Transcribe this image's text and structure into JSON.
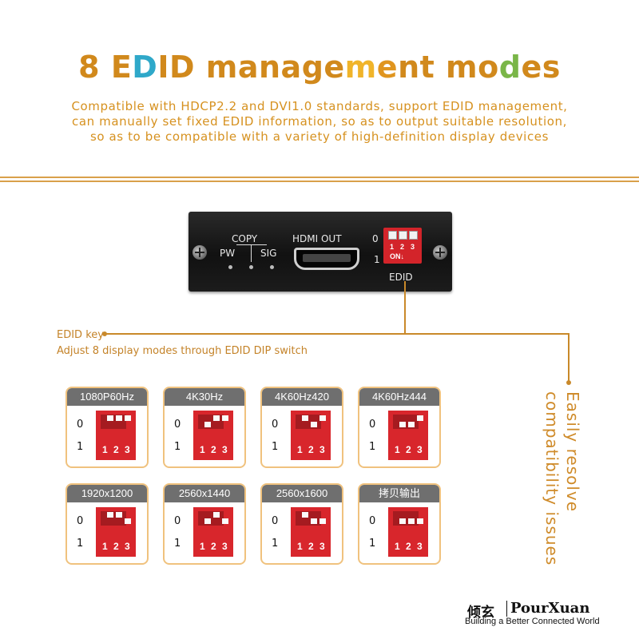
{
  "header": {
    "title_parts": [
      {
        "text": "8 E",
        "color": "#d1891c"
      },
      {
        "text": "D",
        "color": "#2fa8c9"
      },
      {
        "text": "ID manage",
        "color": "#d1891c"
      },
      {
        "text": "m",
        "color": "#f0b42a"
      },
      {
        "text": "e",
        "color": "#e0951f"
      },
      {
        "text": "n",
        "color": "#d1891c"
      },
      {
        "text": "t mo",
        "color": "#d1891c"
      },
      {
        "text": "d",
        "color": "#7ab648"
      },
      {
        "text": "es",
        "color": "#d1891c"
      }
    ],
    "subtitle_lines": [
      "Compatible with HDCP2.2 and DVI1.0 standards, support EDID management,",
      "can manually set fixed EDID information, so as to output suitable resolution,",
      "so as to be compatible with a variety of high-definition display devices"
    ]
  },
  "device": {
    "copy": "COPY",
    "pw": "PW",
    "sig": "SIG",
    "hdmi_out": "HDMI OUT",
    "edid": "EDID",
    "pos_0": "0",
    "pos_1": "1",
    "dip_numbers": [
      "1",
      "2",
      "3"
    ],
    "dip_on": "ON↓"
  },
  "callout": {
    "key_label": "EDID key",
    "key_desc": "Adjust 8 display modes through EDID DIP switch"
  },
  "side_text": {
    "line1": "Easily resolve",
    "line2": "compatibility issues"
  },
  "modes": [
    {
      "label": "1080P60Hz",
      "switches": [
        0,
        0,
        0
      ]
    },
    {
      "label": "4K30Hz",
      "switches": [
        1,
        0,
        0
      ]
    },
    {
      "label": "4K60Hz420",
      "switches": [
        0,
        1,
        0
      ]
    },
    {
      "label": "4K60Hz444",
      "switches": [
        1,
        1,
        0
      ]
    },
    {
      "label": "1920x1200",
      "switches": [
        0,
        0,
        1
      ]
    },
    {
      "label": "2560x1440",
      "switches": [
        1,
        0,
        1
      ]
    },
    {
      "label": "2560x1600",
      "switches": [
        0,
        1,
        1
      ]
    },
    {
      "label": "拷贝输出",
      "switches": [
        1,
        1,
        1
      ]
    }
  ],
  "card_labels": {
    "zero": "0",
    "one": "1",
    "numbers": [
      "1",
      "2",
      "3"
    ]
  },
  "brand": {
    "name_cn": "倾玄",
    "name_en": "PourXuan",
    "tagline": "Building a Better Connected World"
  },
  "colors": {
    "accent": "#d1891c",
    "dip_red": "#d8262c",
    "card_border": "#f0c27e",
    "card_header": "#6f6f6f"
  }
}
